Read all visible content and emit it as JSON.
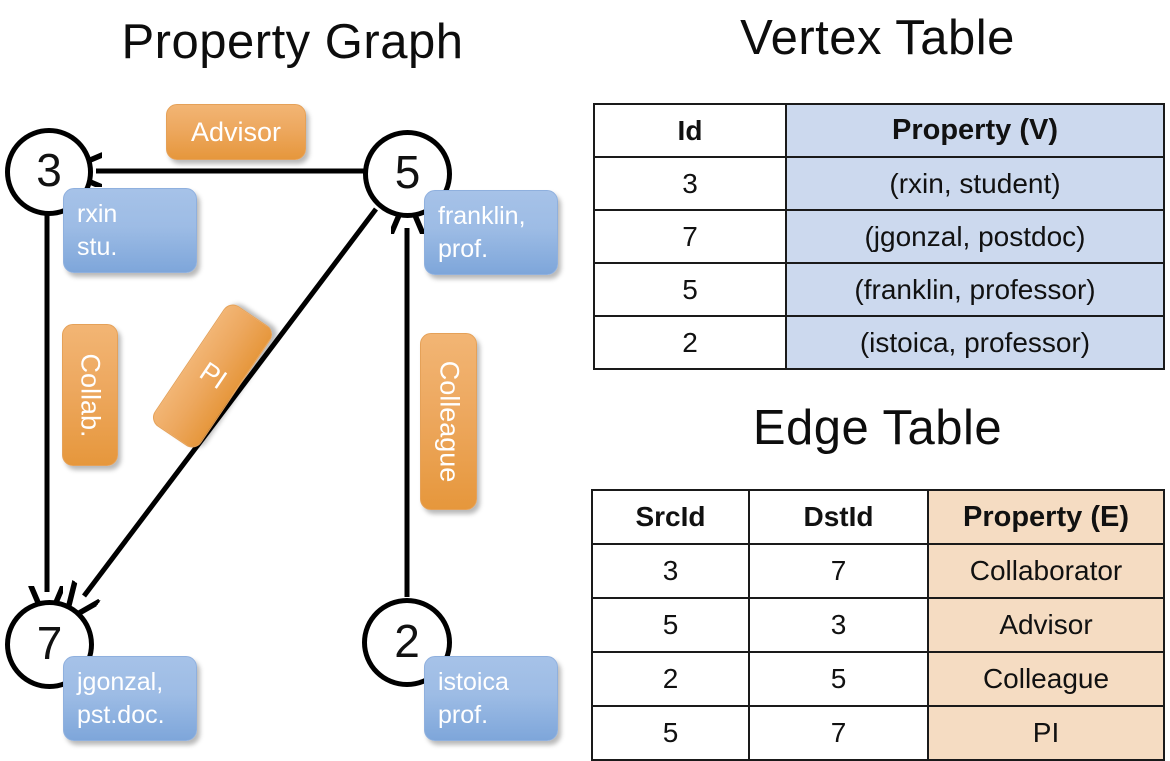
{
  "titles": {
    "graph": "Property Graph",
    "vertex_table": "Vertex Table",
    "edge_table": "Edge Table"
  },
  "colors": {
    "vertex_property_cell": "#ccd9ee",
    "edge_property_cell": "#f5dcc2",
    "node_box_blue": "#9dbce5",
    "edge_label_orange": "#eda85f",
    "stroke": "#000000"
  },
  "graph": {
    "nodes": [
      {
        "id": "3",
        "property_lines": [
          "rxin",
          "stu."
        ]
      },
      {
        "id": "5",
        "property_lines": [
          "franklin,",
          "prof."
        ]
      },
      {
        "id": "7",
        "property_lines": [
          "jgonzal,",
          "pst.doc."
        ]
      },
      {
        "id": "2",
        "property_lines": [
          "istoica",
          "prof."
        ]
      }
    ],
    "edge_labels": [
      {
        "text": "Advisor",
        "orientation": "horizontal"
      },
      {
        "text": "Collab.",
        "orientation": "vertical"
      },
      {
        "text": "PI",
        "orientation": "diagonal"
      },
      {
        "text": "Colleague",
        "orientation": "vertical"
      }
    ],
    "edges": [
      {
        "src": "5",
        "dst": "3",
        "label": "Advisor"
      },
      {
        "src": "3",
        "dst": "7",
        "label": "Collab."
      },
      {
        "src": "5",
        "dst": "7",
        "label": "PI"
      },
      {
        "src": "2",
        "dst": "5",
        "label": "Colleague"
      }
    ]
  },
  "vertex_table": {
    "headers": [
      "Id",
      "Property (V)"
    ],
    "rows": [
      {
        "id": "3",
        "property": "(rxin, student)"
      },
      {
        "id": "7",
        "property": "(jgonzal, postdoc)"
      },
      {
        "id": "5",
        "property": "(franklin, professor)"
      },
      {
        "id": "2",
        "property": "(istoica, professor)"
      }
    ]
  },
  "edge_table": {
    "headers": [
      "SrcId",
      "DstId",
      "Property (E)"
    ],
    "rows": [
      {
        "src": "3",
        "dst": "7",
        "property": "Collaborator"
      },
      {
        "src": "5",
        "dst": "3",
        "property": "Advisor"
      },
      {
        "src": "2",
        "dst": "5",
        "property": "Colleague"
      },
      {
        "src": "5",
        "dst": "7",
        "property": "PI"
      }
    ]
  }
}
